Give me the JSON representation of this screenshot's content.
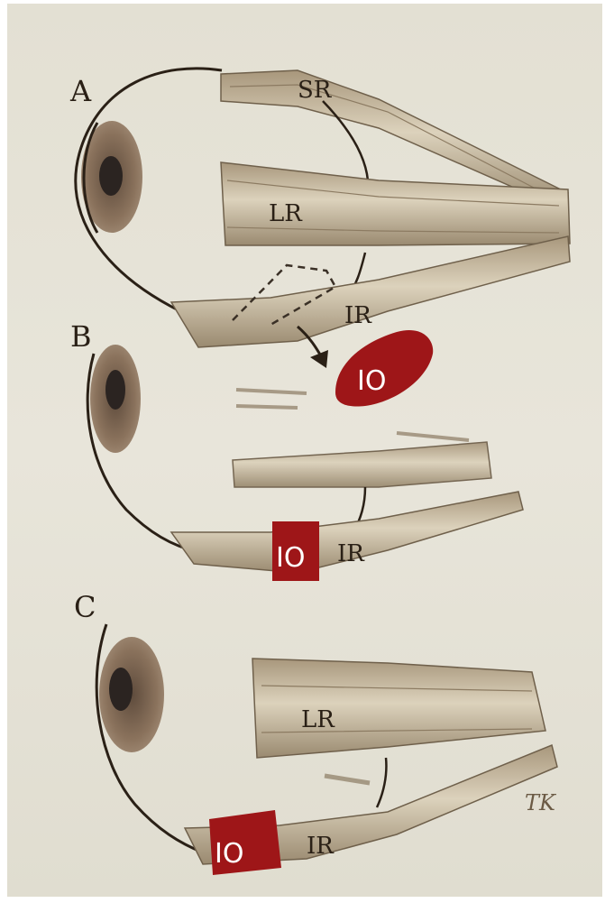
{
  "panels": {
    "A": {
      "letter": "A",
      "labels": {
        "superior_rectus": "SR",
        "lateral_rectus": "LR",
        "inferior_rectus": "IR",
        "inferior_oblique": "IO"
      }
    },
    "B": {
      "letter": "B",
      "labels": {
        "inferior_oblique": "IO",
        "inferior_rectus": "IR"
      }
    },
    "C": {
      "letter": "C",
      "labels": {
        "lateral_rectus": "LR",
        "inferior_oblique": "IO",
        "inferior_rectus": "IR"
      }
    }
  },
  "signature": "TK",
  "colors": {
    "paper": "#e6e3d7",
    "ink": "#2a2016",
    "muscle_light": "#d8cdb4",
    "muscle_dark": "#8c7b62",
    "iris": "#7d6550",
    "pupil": "#2b2421",
    "io_red": "#9e1618"
  }
}
